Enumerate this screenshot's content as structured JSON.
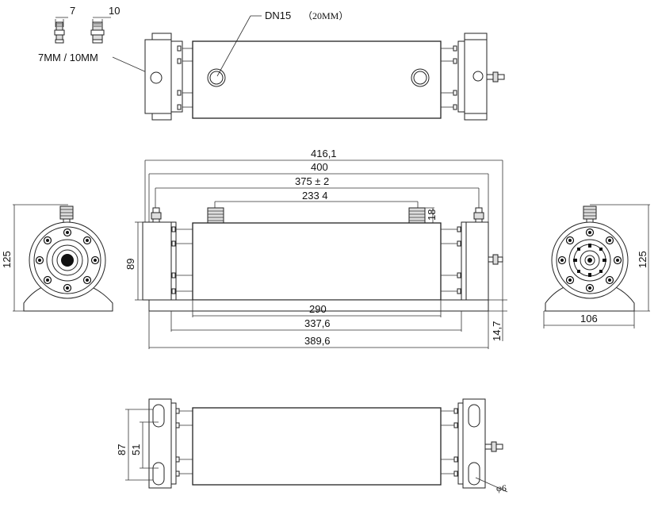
{
  "labels": {
    "thread_small": "7",
    "thread_large": "10",
    "tube_size": "7MM / 10MM",
    "port_size": "DN15",
    "port_size_mm": "（20MM）"
  },
  "dimensions": {
    "total_length": "416,1",
    "length_400": "400",
    "port_spacing": "375 ± 2",
    "fitting_spacing": "233 4",
    "fitting_height": "18",
    "body_height": "89",
    "end_height_left": "125",
    "end_height_right": "125",
    "end_width": "106",
    "body_length": "290",
    "length_337": "337,6",
    "base_length": "389,6",
    "base_height": "14,7",
    "mount_outer": "87",
    "mount_inner": "51",
    "hole_dia": "φ6"
  }
}
